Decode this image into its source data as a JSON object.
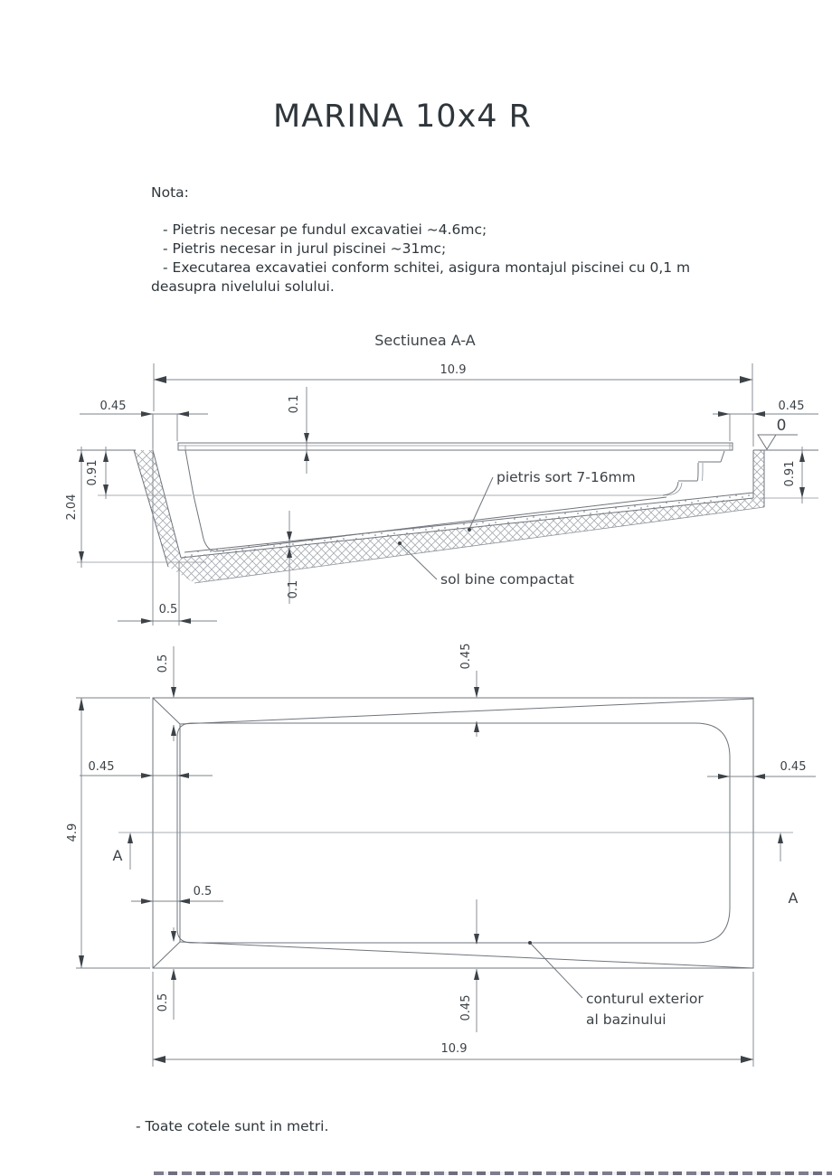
{
  "page": {
    "title": "MARINA 10x4 R"
  },
  "notes": {
    "heading": "Nota:",
    "line1": "- Pietris necesar pe fundul excavatiei ~4.6mc;",
    "line2": "- Pietris necesar in jurul piscinei ~31mc;",
    "line3": "- Executarea excavatiei conform schitei, asigura montajul piscinei cu 0,1 m",
    "line4": "deasupra nivelului solului."
  },
  "section": {
    "title": "Sectiunea A-A",
    "dim_total_length": "10.9",
    "dim_edge_left": "0.45",
    "dim_edge_right": "0.45",
    "dim_above_ground": "0.1",
    "dim_level_zero": "0",
    "dim_depth_left": "0.91",
    "dim_depth_right": "0.91",
    "dim_depth_total": "2.04",
    "dim_bottom_offset": "0.5",
    "dim_gravel_layer": "0.1",
    "label_gravel": "pietris sort 7-16mm",
    "label_soil": "sol bine compactat"
  },
  "plan": {
    "dim_length": "10.9",
    "dim_width": "4.9",
    "dim_slope_top_left": "0.5",
    "dim_slope_top_middle": "0.45",
    "dim_edge_left": "0.45",
    "dim_edge_right": "0.45",
    "dim_slope_inner_left": "0.5",
    "dim_slope_bottom_left": "0.5",
    "dim_slope_bottom_middle": "0.45",
    "marker_left": "A",
    "marker_right": "A",
    "label_contour_line1": "conturul exterior",
    "label_contour_line2": "al bazinului"
  },
  "footer": {
    "note": "- Toate cotele sunt in metri."
  },
  "colors": {
    "drawing_line": "#6f757c",
    "dimension_line": "#7d838a",
    "text": "#3c4247",
    "hatch": "#a7acb1",
    "background": "#ffffff"
  }
}
